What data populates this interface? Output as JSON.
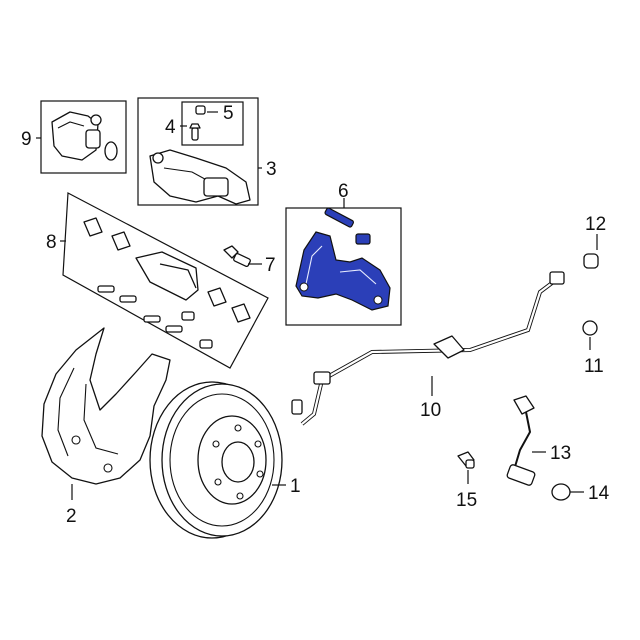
{
  "diagram": {
    "highlight_color": "#2b3fb8",
    "outline_color": "#111111",
    "callouts": [
      {
        "id": "1",
        "label": "1"
      },
      {
        "id": "2",
        "label": "2"
      },
      {
        "id": "3",
        "label": "3"
      },
      {
        "id": "4",
        "label": "4"
      },
      {
        "id": "5",
        "label": "5"
      },
      {
        "id": "6",
        "label": "6"
      },
      {
        "id": "7",
        "label": "7"
      },
      {
        "id": "8",
        "label": "8"
      },
      {
        "id": "9",
        "label": "9"
      },
      {
        "id": "10",
        "label": "10"
      },
      {
        "id": "11",
        "label": "11"
      },
      {
        "id": "12",
        "label": "12"
      },
      {
        "id": "13",
        "label": "13"
      },
      {
        "id": "14",
        "label": "14"
      },
      {
        "id": "15",
        "label": "15"
      }
    ],
    "highlighted_part": "6"
  }
}
